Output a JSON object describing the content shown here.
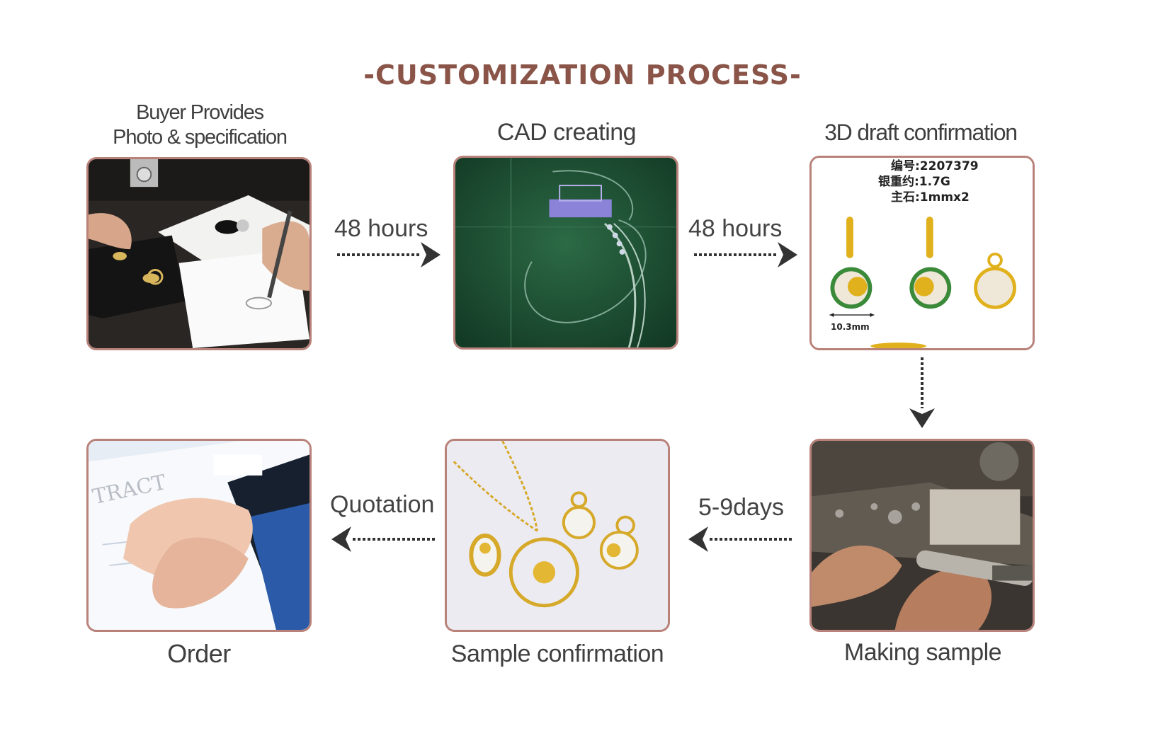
{
  "title": "-CUSTOMIZATION PROCESS-",
  "steps": {
    "buyer": {
      "line1": "Buyer Provides",
      "line2": "Photo & specification"
    },
    "cad": {
      "label": "CAD creating"
    },
    "draft": {
      "label": "3D draft confirmation",
      "spec_number": "编号:2207379",
      "spec_weight": "银重约:1.7G",
      "spec_stone": "主石:1mmx2",
      "dimension": "10.3mm"
    },
    "making": {
      "label": "Making sample"
    },
    "sample": {
      "label": "Sample confirmation"
    },
    "order": {
      "label": "Order"
    }
  },
  "arrows": {
    "a1": "48 hours",
    "a2": "48 hours",
    "a3": "5-9days",
    "a4": "Quotation"
  },
  "colors": {
    "title": "#8a5548",
    "card_border": "#b8827a",
    "arrow": "#333333"
  }
}
